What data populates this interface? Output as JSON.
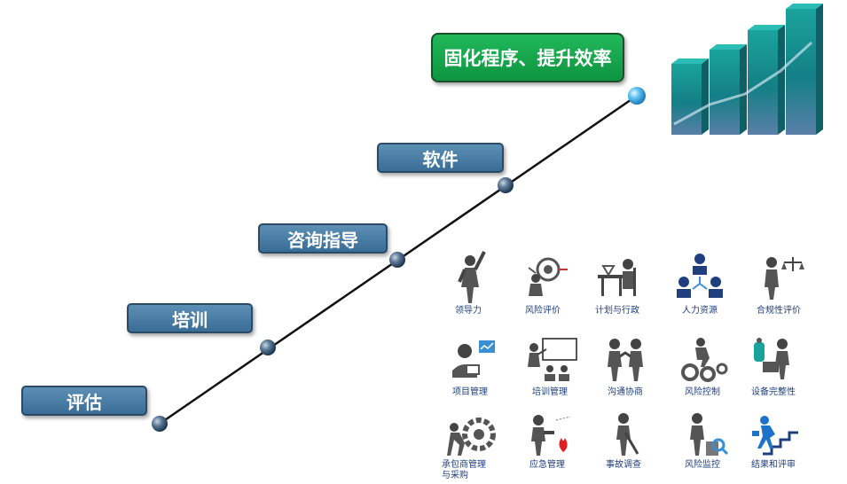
{
  "steps": [
    {
      "label": "评估"
    },
    {
      "label": "培训"
    },
    {
      "label": "咨询指导"
    },
    {
      "label": "软件"
    },
    {
      "label": "固化程序、提升效率"
    }
  ],
  "icons": [
    {
      "label": "领导力",
      "icon": "leader-icon"
    },
    {
      "label": "风险评价",
      "icon": "risk-assessment-icon"
    },
    {
      "label": "计划与行政",
      "icon": "planning-icon"
    },
    {
      "label": "人力资源",
      "icon": "hr-icon"
    },
    {
      "label": "合规性评价",
      "icon": "compliance-icon"
    },
    {
      "label": "项目管理",
      "icon": "project-icon"
    },
    {
      "label": "培训管理",
      "icon": "training-icon"
    },
    {
      "label": "沟通协商",
      "icon": "communication-icon"
    },
    {
      "label": "风险控制",
      "icon": "risk-control-icon"
    },
    {
      "label": "设备完整性",
      "icon": "equipment-icon"
    },
    {
      "label": "承包商管理与采购",
      "icon": "contractor-icon"
    },
    {
      "label": "应急管理",
      "icon": "emergency-icon"
    },
    {
      "label": "事故调查",
      "icon": "investigation-icon"
    },
    {
      "label": "风险监控",
      "icon": "monitoring-icon"
    },
    {
      "label": "结果和评审",
      "icon": "review-icon"
    }
  ],
  "colors": {
    "box_blue": "#3a6d96",
    "box_green": "#0f9440",
    "label_blue": "#1f3f7f",
    "bar_teal": "#1a9a94"
  }
}
